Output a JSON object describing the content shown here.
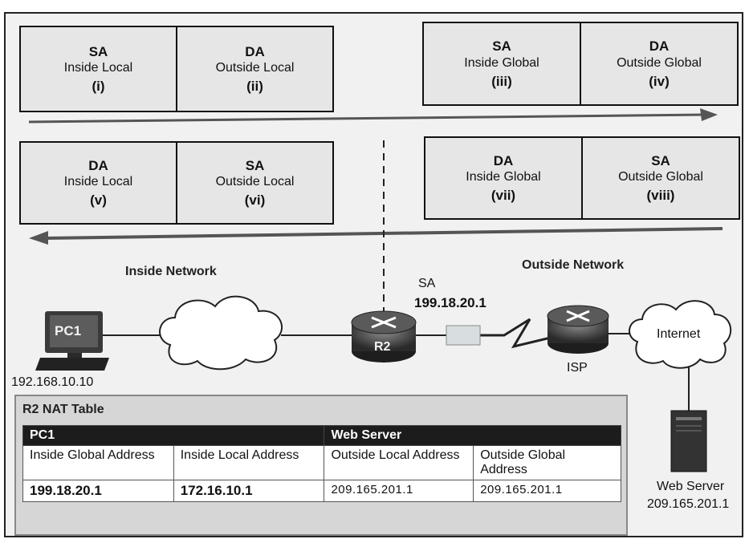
{
  "top_row": {
    "left_pair": [
      {
        "role": "SA",
        "label": "Inside Local",
        "num": "(i)"
      },
      {
        "role": "DA",
        "label": "Outside Local",
        "num": "(ii)"
      }
    ],
    "right_pair": [
      {
        "role": "SA",
        "label": "Inside Global",
        "num": "(iii)"
      },
      {
        "role": "DA",
        "label": "Outside Global",
        "num": "(iv)"
      }
    ]
  },
  "bottom_row": {
    "left_pair": [
      {
        "role": "DA",
        "label": "Inside Local",
        "num": "(v)"
      },
      {
        "role": "SA",
        "label": "Outside Local",
        "num": "(vi)"
      }
    ],
    "right_pair": [
      {
        "role": "DA",
        "label": "Inside Global",
        "num": "(vii)"
      },
      {
        "role": "SA",
        "label": "Outside Global",
        "num": "(viii)"
      }
    ]
  },
  "networks": {
    "inside": "Inside Network",
    "outside": "Outside Network"
  },
  "devices": {
    "pc1": {
      "label": "PC1",
      "ip": "192.168.10.10"
    },
    "r2": {
      "label": "R2"
    },
    "isp": {
      "label": "ISP"
    },
    "internet": {
      "label": "Internet"
    },
    "web_server": {
      "label": "Web Server",
      "ip": "209.165.201.1"
    }
  },
  "packet": {
    "sa_label": "SA",
    "sa_ip": "199.18.20.1"
  },
  "nat_table": {
    "title": "R2 NAT Table",
    "groups": [
      "PC1",
      "Web Server"
    ],
    "headers": [
      "Inside Global Address",
      "Inside Local Address",
      "Outside Local Address",
      "Outside Global Address"
    ],
    "values": [
      "199.18.20.1",
      "172.16.10.1",
      "209.165.201.1",
      "209.165.201.1"
    ]
  }
}
